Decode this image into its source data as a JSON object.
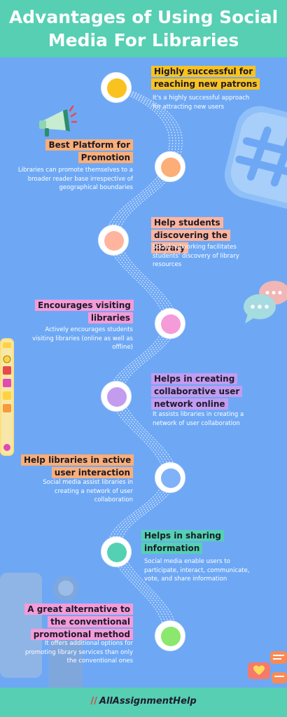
{
  "header": {
    "title": "Advantages of Using Social Media For Libraries"
  },
  "colors": {
    "background": "#6ea8f5",
    "band": "#56cfb3",
    "yellow": "#f9c21e",
    "orange": "#fbae78",
    "salmon": "#ffb49d",
    "pink": "#f59bd8",
    "purple": "#c39cf0",
    "blue": "#7fb2f8",
    "teal": "#54d1b3",
    "green": "#8be86d"
  },
  "items": [
    {
      "title": "Highly successful for reaching new patrons",
      "desc": "It's a highly successful approach for attracting new users",
      "color": "#f9c21e"
    },
    {
      "title": "Best Platform for Promotion",
      "desc": "Libraries can promote themselves to a broader reader base irrespective of geographical boundaries",
      "color": "#fbae78"
    },
    {
      "title": "Help students discovering the library",
      "desc": "Social networking facilitates students' discovery of library resources",
      "color": "#ffb49d"
    },
    {
      "title": "Encourages visiting libraries",
      "desc": "Actively encourages students visiting libraries (online as well as offline)",
      "color": "#f59bd8"
    },
    {
      "title": "Helps in creating collaborative user network online",
      "desc": "It assists libraries in creating a network of user collaboration",
      "color": "#c39cf0"
    },
    {
      "title": "Help libraries in active user interaction",
      "desc": "Social media assist libraries in creating a network of user collaboration",
      "color": "#fbae78"
    },
    {
      "title": "Helps in sharing information",
      "desc": "Social media enable users to participate, interact, communicate, vote, and share information",
      "color": "#54d1b3"
    },
    {
      "title": "A great alternative to the conventional promotional method",
      "desc": "It offers additional options for promoting library services than only the conventional ones",
      "color": "#f59bd8"
    }
  ],
  "footer": {
    "brand": "AllAssignmentHelp"
  },
  "icons": [
    "megaphone-icon",
    "hashtag-icon",
    "chat-bubbles-icon",
    "toolbar-icons",
    "heart-chat-icon"
  ]
}
